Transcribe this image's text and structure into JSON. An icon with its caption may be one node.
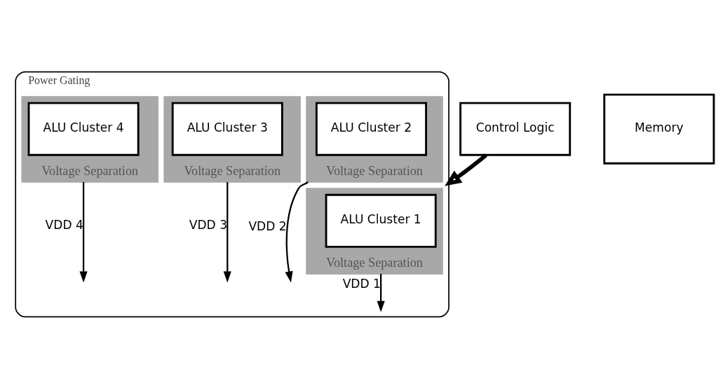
{
  "diagram": {
    "nodes": [
      {
        "text": [
          "Power Gating"
        ]
      },
      {
        "text": [
          "Voltage Separation"
        ],
        "in": 0
      },
      {
        "text": [
          "ALU Cluster 1"
        ],
        "in": 1
      },
      {
        "text": [
          "Voltage Separation"
        ],
        "in": 0
      },
      {
        "text": [
          "ALU Cluster 2"
        ],
        "in": 3
      },
      {
        "text": [
          "Voltage Separation"
        ],
        "in": 0
      },
      {
        "text": [
          "ALU Cluster 3"
        ],
        "in": 5
      },
      {
        "text": [
          "Voltage Separation"
        ],
        "in": 0
      },
      {
        "text": [
          "ALU Cluster 4"
        ],
        "in": 7
      },
      {
        "text": [
          "Memory"
        ]
      },
      {
        "text": [
          "Control Logic"
        ]
      }
    ],
    "edges": [
      {
        "from": 1,
        "to": null,
        "arrow": "to",
        "label": "VDD 1"
      },
      {
        "from": 3,
        "to": null,
        "arrow": "to",
        "label": "VDD 2"
      },
      {
        "from": 5,
        "to": null,
        "arrow": "to",
        "label": "VDD 3"
      },
      {
        "from": 7,
        "to": null,
        "arrow": "to",
        "label": "VDD 4"
      },
      {
        "from": 10,
        "to": 0,
        "arrow": "to",
        "style": "thick"
      }
    ]
  }
}
